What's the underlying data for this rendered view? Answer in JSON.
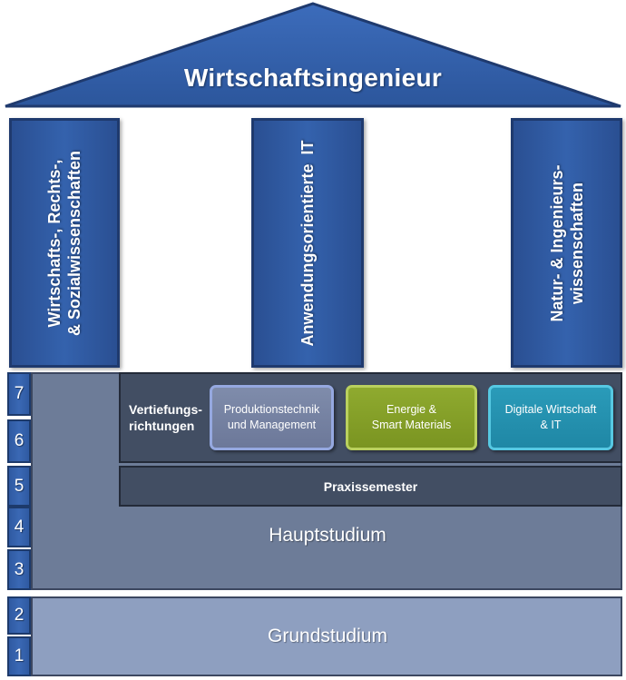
{
  "roof": {
    "title": "Wirtschaftsingenieur"
  },
  "pillars": [
    {
      "lines": [
        "Wirtschafts-, Rechts-,",
        "& Sozialwissenschaften"
      ]
    },
    {
      "lines": [
        "Anwendungsorientierte  IT"
      ]
    },
    {
      "lines": [
        "Natur- & Ingenieurs-",
        "wissenschaften"
      ]
    }
  ],
  "semesters": [
    "7",
    "6",
    "5",
    "4",
    "3",
    "2",
    "1"
  ],
  "vertiefung": {
    "label_lines": [
      "Vertiefungs-",
      "richtungen"
    ]
  },
  "specializations": [
    {
      "lines": [
        "Produktionstechnik",
        "und Management"
      ]
    },
    {
      "lines": [
        "Energie &",
        "Smart Materials"
      ]
    },
    {
      "lines": [
        "Digitale Wirtschaft",
        "& IT"
      ]
    }
  ],
  "praxis": {
    "label": "Praxissemester"
  },
  "hauptstudium": {
    "label": "Hauptstudium"
  },
  "grundstudium": {
    "label": "Grundstudium"
  },
  "colors": {
    "roof": "#3563ae",
    "pillar": "#3462ad",
    "haupt": "#6d7c98",
    "grund": "#8e9fc0",
    "dark_band": "#424e63",
    "spec_prod": "#7786a8",
    "spec_energie": "#84a02a",
    "spec_digital": "#2691b0"
  }
}
